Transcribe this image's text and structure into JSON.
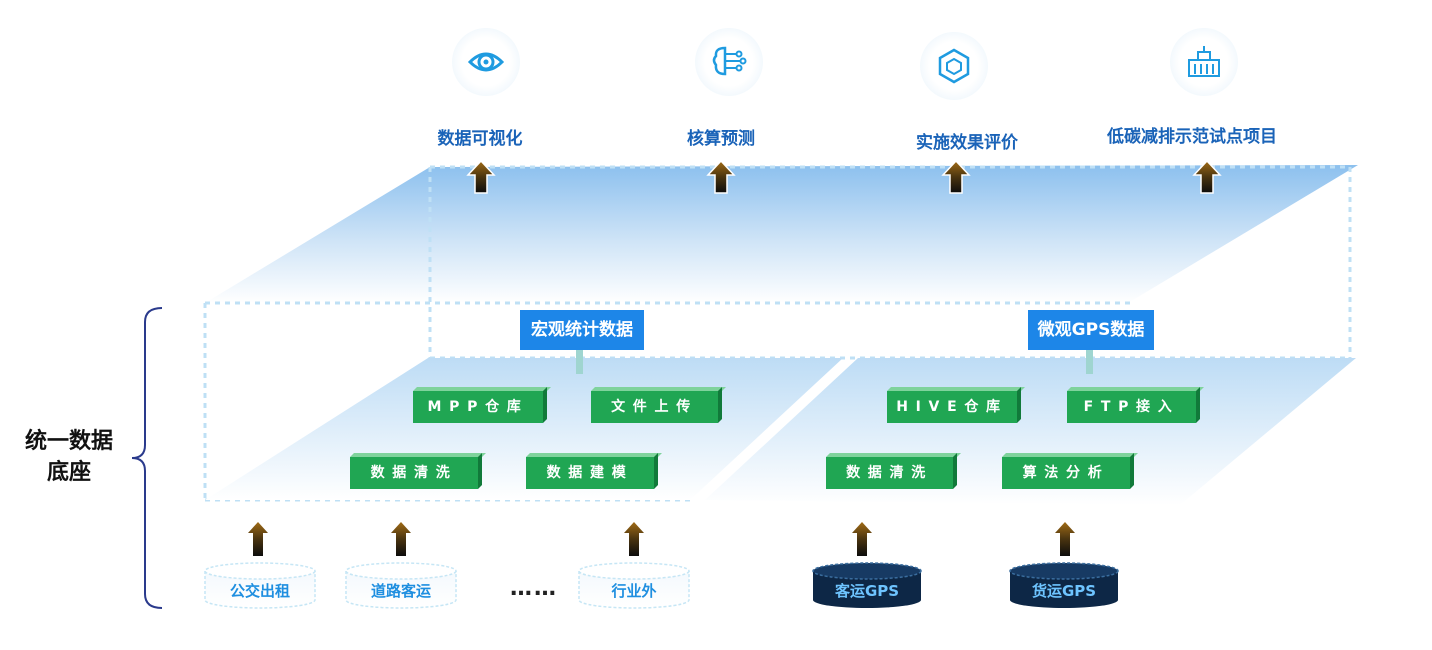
{
  "top_items": [
    {
      "label": "数据可视化",
      "icon": "eye-icon"
    },
    {
      "label": "核算预测",
      "icon": "ai-brain-icon"
    },
    {
      "label": "实施效果评价",
      "icon": "cube-icon"
    },
    {
      "label": "低碳减排示范试点项目",
      "icon": "building-icon"
    }
  ],
  "platform": {
    "label_left": "宏观统计数据",
    "label_right": "微观GPS数据",
    "left_boxes": [
      "MPP仓库",
      "文件上传",
      "数据清洗",
      "数据建模"
    ],
    "right_boxes": [
      "HIVE仓库",
      "FTP接入",
      "数据清洗",
      "算法分析"
    ]
  },
  "sources": {
    "light": [
      "公交出租",
      "道路客运",
      "行业外"
    ],
    "ellipsis": "……",
    "dark": [
      "客运GPS",
      "货运GPS"
    ]
  },
  "side_label": "统一数据\n底座",
  "colors": {
    "accent_blue": "#1d86e8",
    "green": "#20a653",
    "label_blue": "#1a63b8",
    "dark_navy": "#0f2a4a"
  }
}
